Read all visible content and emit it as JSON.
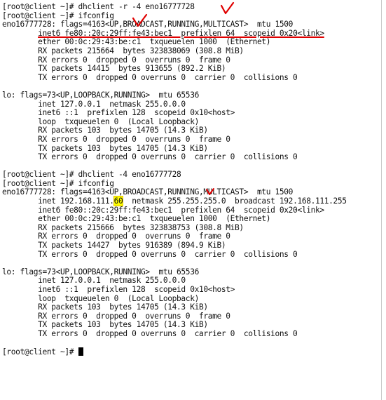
{
  "terminal": {
    "lines": [
      {
        "text": "[root@client ~]# dhclient -r -4 eno16777728"
      },
      {
        "text": "[root@client ~]# ifconfig"
      },
      {
        "text": "eno16777728: flags=4163<UP,BROADCAST,RUNNING,MULTICAST>  mtu 1500"
      },
      {
        "text": "        inet6 fe80::20c:29ff:fe43:bec1  prefixlen 64  scopeid 0x20<link>",
        "underline": true
      },
      {
        "text": "        ether 00:0c:29:43:be:c1  txqueuelen 1000  (Ethernet)"
      },
      {
        "text": "        RX packets 215664  bytes 323838069 (308.8 MiB)"
      },
      {
        "text": "        RX errors 0  dropped 0  overruns 0  frame 0"
      },
      {
        "text": "        TX packets 14415  bytes 913655 (892.2 KiB)"
      },
      {
        "text": "        TX errors 0  dropped 0 overruns 0  carrier 0  collisions 0"
      },
      {
        "text": ""
      },
      {
        "text": "lo: flags=73<UP,LOOPBACK,RUNNING>  mtu 65536"
      },
      {
        "text": "        inet 127.0.0.1  netmask 255.0.0.0"
      },
      {
        "text": "        inet6 ::1  prefixlen 128  scopeid 0x10<host>"
      },
      {
        "text": "        loop  txqueuelen 0  (Local Loopback)"
      },
      {
        "text": "        RX packets 103  bytes 14705 (14.3 KiB)"
      },
      {
        "text": "        RX errors 0  dropped 0  overruns 0  frame 0"
      },
      {
        "text": "        TX packets 103  bytes 14705 (14.3 KiB)"
      },
      {
        "text": "        TX errors 0  dropped 0 overruns 0  carrier 0  collisions 0"
      },
      {
        "text": ""
      },
      {
        "text": "[root@client ~]# dhclient -4 eno16777728"
      },
      {
        "text": "[root@client ~]# ifconfig"
      },
      {
        "text": "eno16777728: flags=4163<UP,BROADCAST,RUNNING,MULTICAST>  mtu 1500"
      },
      {
        "text": "        inet 192.168.111.60  netmask 255.255.255.0  broadcast 192.168.111.255",
        "highlight": "60"
      },
      {
        "text": "        inet6 fe80::20c:29ff:fe43:bec1  prefixlen 64  scopeid 0x20<link>"
      },
      {
        "text": "        ether 00:0c:29:43:be:c1  txqueuelen 1000  (Ethernet)"
      },
      {
        "text": "        RX packets 215666  bytes 323838753 (308.8 MiB)"
      },
      {
        "text": "        RX errors 0  dropped 0  overruns 0  frame 0"
      },
      {
        "text": "        TX packets 14427  bytes 916389 (894.9 KiB)"
      },
      {
        "text": "        TX errors 0  dropped 0 overruns 0  carrier 0  collisions 0"
      },
      {
        "text": ""
      },
      {
        "text": "lo: flags=73<UP,LOOPBACK,RUNNING>  mtu 65536"
      },
      {
        "text": "        inet 127.0.0.1  netmask 255.0.0.0"
      },
      {
        "text": "        inet6 ::1  prefixlen 128  scopeid 0x10<host>"
      },
      {
        "text": "        loop  txqueuelen 0  (Local Loopback)"
      },
      {
        "text": "        RX packets 103  bytes 14705 (14.3 KiB)"
      },
      {
        "text": "        RX errors 0  dropped 0  overruns 0  frame 0"
      },
      {
        "text": "        TX packets 103  bytes 14705 (14.3 KiB)"
      },
      {
        "text": "        TX errors 0  dropped 0 overruns 0  carrier 0  collisions 0"
      },
      {
        "text": ""
      },
      {
        "text": "[root@client ~]# ",
        "cursor": true
      }
    ]
  },
  "colors": {
    "background": "#ffffff",
    "text": "#111111",
    "annotation": "#e00000",
    "highlight": "#ffff00"
  }
}
